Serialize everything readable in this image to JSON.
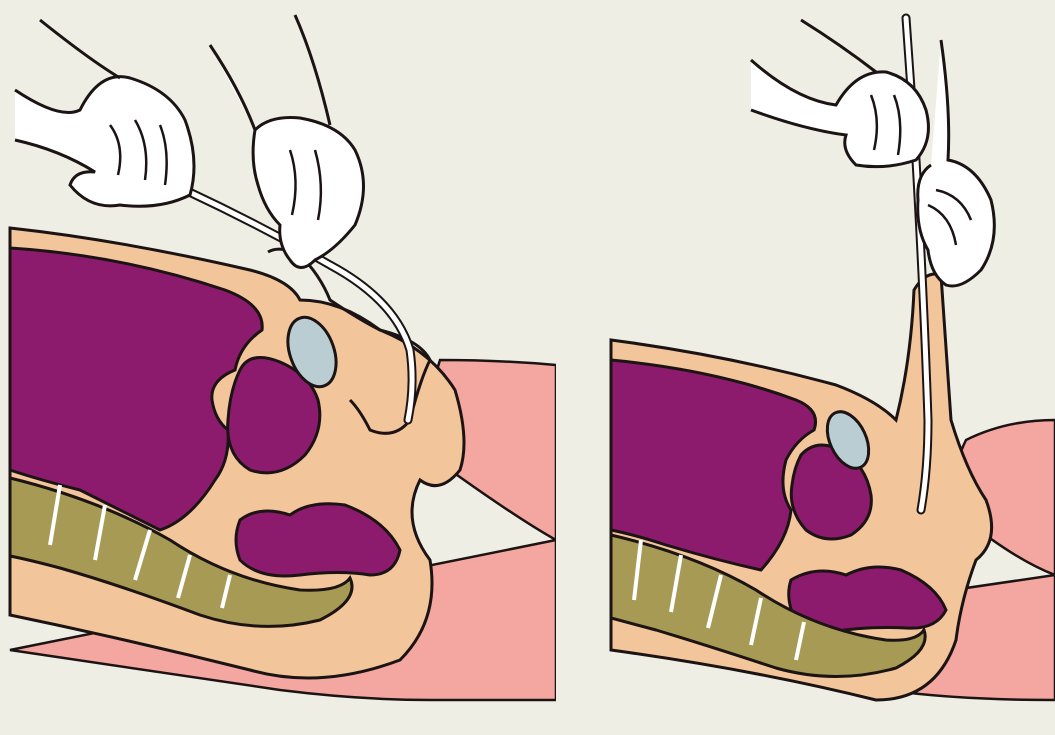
{
  "figure": {
    "panels": [
      {
        "id": "left",
        "step": 1
      },
      {
        "id": "right",
        "step": 2
      }
    ]
  },
  "colors": {
    "background": "#eeeee4",
    "divider": "#c9c9cf",
    "outline": "#1c1414",
    "bladder_organs": "#8c1b6d",
    "tissue": "#f2c59b",
    "skin": "#f3a7a0",
    "spine": "#a79a54",
    "bone_pubis": "#b9cdd3",
    "hand": "#ffffff",
    "catheter": "#ffffff"
  },
  "icons": {
    "left_hand_catheter": "hand-holding-catheter-icon",
    "left_hand_penis": "hand-holding-penis-icon",
    "right_hand_catheter": "hand-holding-catheter-icon",
    "right_hand_penis": "hand-lifting-penis-icon"
  }
}
